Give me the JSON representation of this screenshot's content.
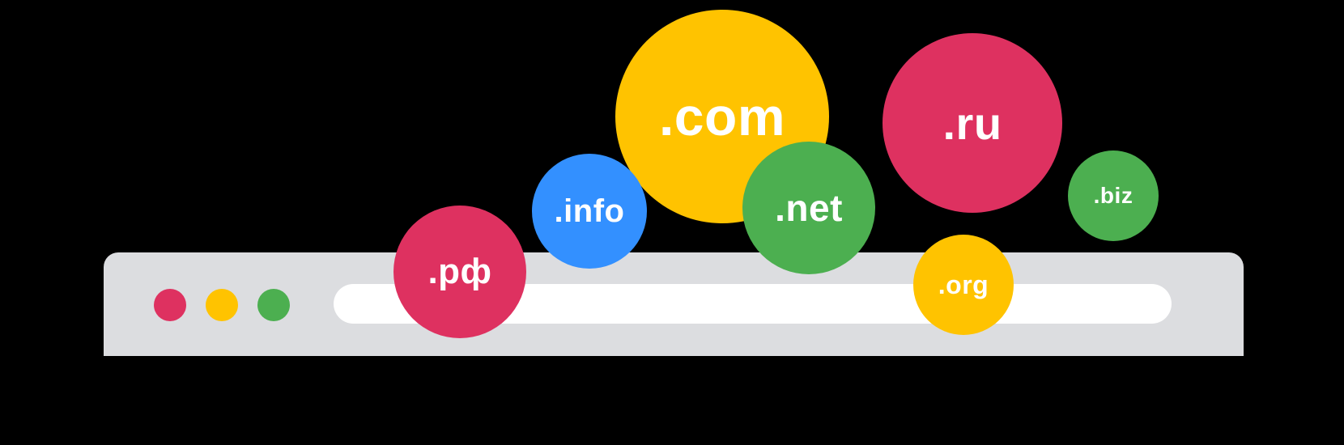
{
  "colors": {
    "background": "#000000",
    "browser_chrome": "#DCDDE0",
    "address_bar": "#FFFFFF",
    "red": "#DE3160",
    "yellow": "#FFC300",
    "green": "#4CAF50",
    "blue": "#3390FF",
    "text": "#FFFFFF"
  },
  "window_controls": [
    {
      "name": "close",
      "color": "red"
    },
    {
      "name": "minimize",
      "color": "yellow"
    },
    {
      "name": "maximize",
      "color": "green"
    }
  ],
  "domains": [
    {
      "label": ".com",
      "color": "yellow"
    },
    {
      "label": ".ru",
      "color": "red"
    },
    {
      "label": ".info",
      "color": "blue"
    },
    {
      "label": ".net",
      "color": "green"
    },
    {
      "label": ".biz",
      "color": "green"
    },
    {
      "label": ".рф",
      "color": "red"
    },
    {
      "label": ".org",
      "color": "yellow"
    }
  ]
}
